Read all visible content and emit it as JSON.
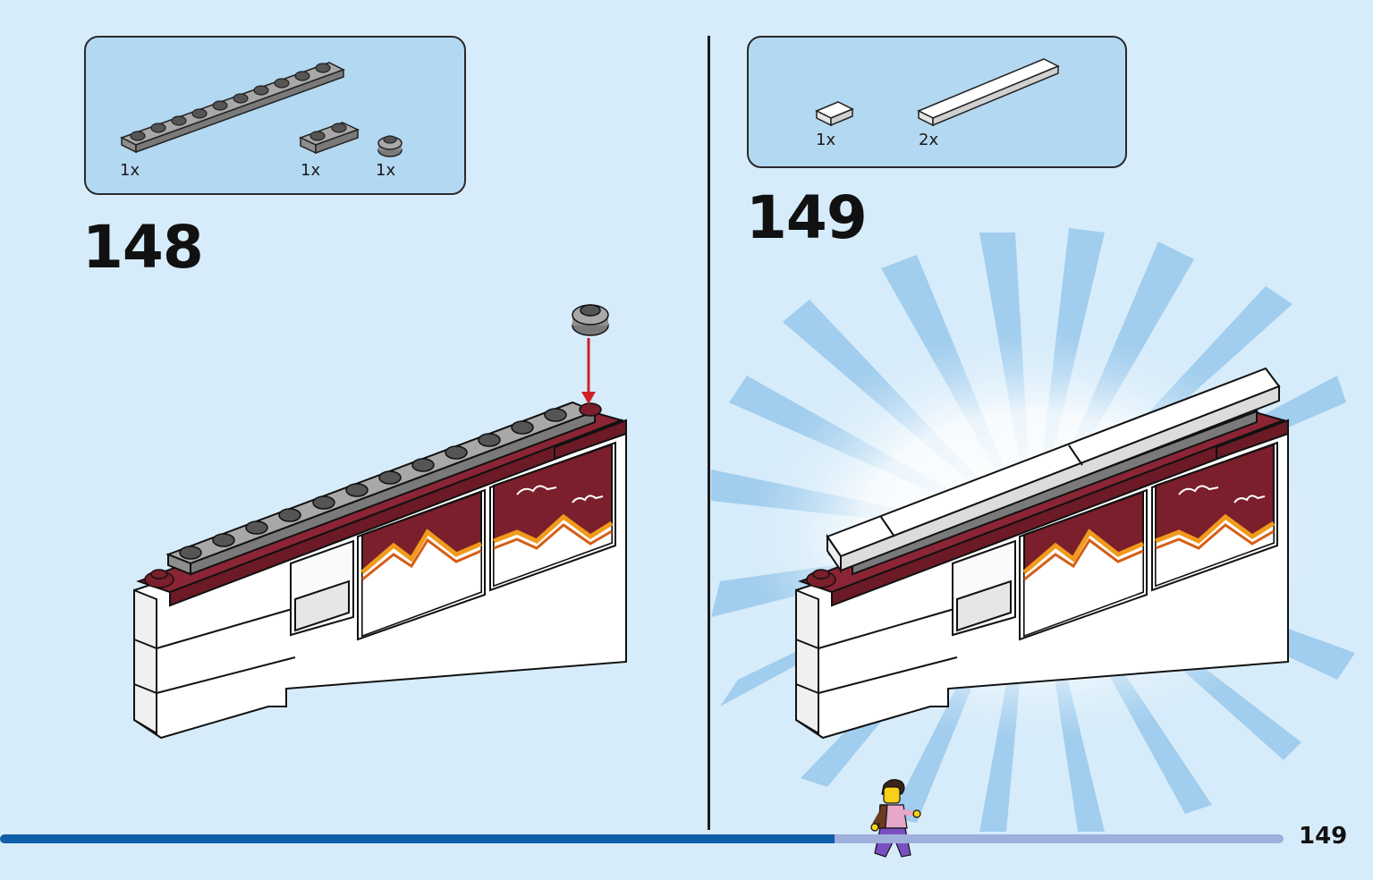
{
  "steps": [
    {
      "number": "148",
      "parts": [
        {
          "qty": "1x",
          "piece": "dark-gray-plate-1x10"
        },
        {
          "qty": "1x",
          "piece": "dark-gray-plate-1x2"
        },
        {
          "qty": "1x",
          "piece": "dark-gray-round-plate-1x1"
        }
      ]
    },
    {
      "number": "149",
      "parts": [
        {
          "qty": "1x",
          "piece": "white-tile-1x1"
        },
        {
          "qty": "2x",
          "piece": "white-tile-1x6"
        }
      ]
    }
  ],
  "page": {
    "number": "149"
  },
  "progress": {
    "fraction": 0.65
  },
  "colors": {
    "background": "#d7ecfa",
    "parts_box": "#b3d8f2",
    "dark_red": "#7a1f2b",
    "progress_fill": "#0f5ea8",
    "progress_track": "#9fb0dd",
    "arrow": "#d21f26"
  }
}
